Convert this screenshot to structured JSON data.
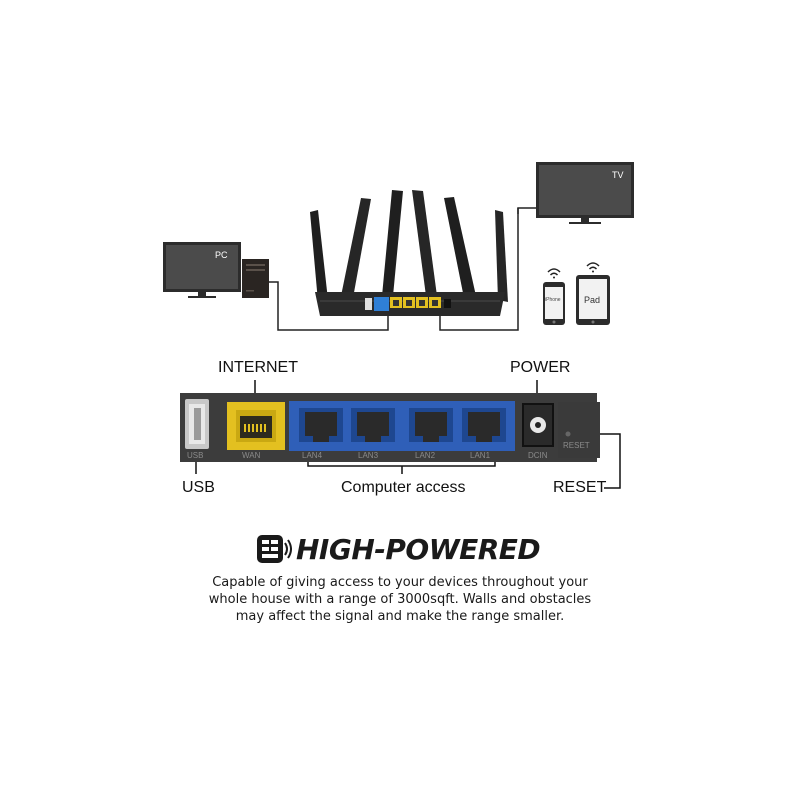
{
  "devices": {
    "pc": "PC",
    "tv": "TV",
    "phone": "iPhone",
    "pad": "Pad"
  },
  "panel": {
    "callouts": {
      "internet": "INTERNET",
      "power": "POWER",
      "usb": "USB",
      "computer_access": "Computer access",
      "reset": "RESET"
    },
    "port_labels": {
      "usb": "USB",
      "wan": "WAN",
      "lan4": "LAN4",
      "lan3": "LAN3",
      "lan2": "LAN2",
      "lan1": "LAN1",
      "dcin": "DCIN",
      "reset": "RESET"
    },
    "colors": {
      "body": "#3a3a3a",
      "wan": "#e3c020",
      "lan": "#2f5fb8",
      "lan_port": "#1e4790"
    }
  },
  "feature": {
    "icon": "router-signal-icon",
    "title": "HIGH-POWERED",
    "description_lines": [
      "Capable of giving access to your devices throughout your",
      "whole house with a range of 3000sqft. Walls and obstacles",
      "may affect the signal and make the range smaller."
    ]
  }
}
